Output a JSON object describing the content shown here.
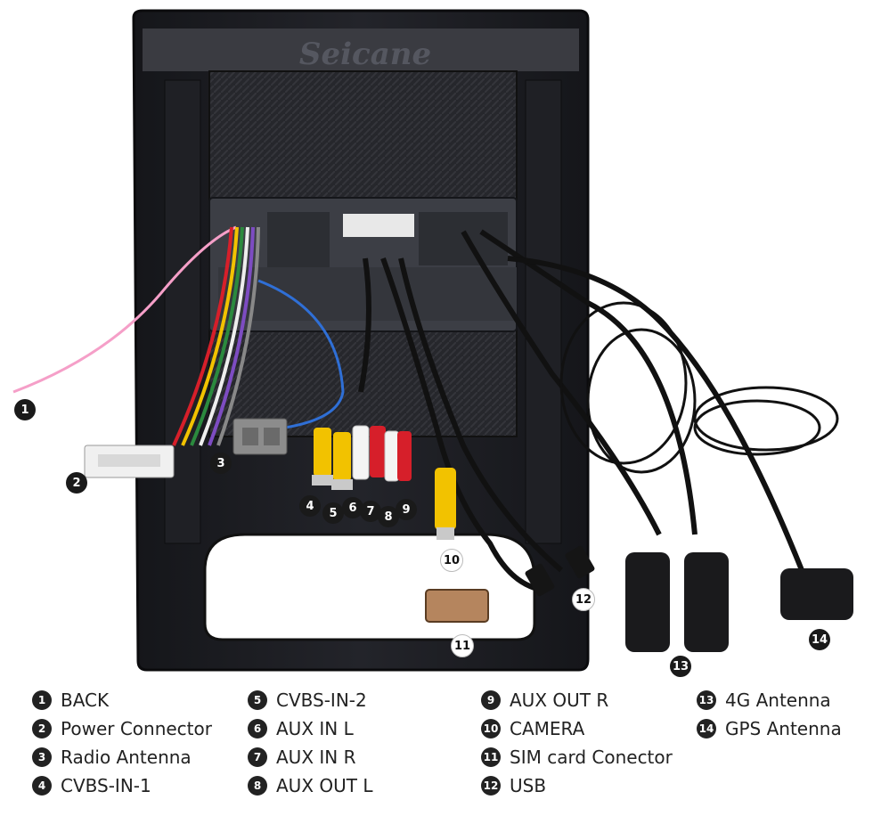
{
  "brand": "Seicane",
  "callouts": [
    "1",
    "2",
    "3",
    "4",
    "5",
    "6",
    "7",
    "8",
    "9",
    "10",
    "11",
    "12",
    "13",
    "14"
  ],
  "legend": [
    {
      "num": "1",
      "label": "BACK"
    },
    {
      "num": "2",
      "label": "Power Connector"
    },
    {
      "num": "3",
      "label": "Radio Antenna"
    },
    {
      "num": "4",
      "label": "CVBS-IN-1"
    },
    {
      "num": "5",
      "label": "CVBS-IN-2"
    },
    {
      "num": "6",
      "label": "AUX IN L"
    },
    {
      "num": "7",
      "label": "AUX IN R"
    },
    {
      "num": "8",
      "label": "AUX OUT L"
    },
    {
      "num": "9",
      "label": "AUX OUT R"
    },
    {
      "num": "10",
      "label": "CAMERA"
    },
    {
      "num": "11",
      "label": "SIM card Conector"
    },
    {
      "num": "12",
      "label": "USB"
    },
    {
      "num": "13",
      "label": "4G Antenna"
    },
    {
      "num": "14",
      "label": "GPS Antenna"
    }
  ],
  "colors": {
    "frame": "#1c1d22",
    "cable": "#111111",
    "rca_yellow": "#f2c200",
    "rca_red": "#d61f2a",
    "rca_white": "#f4f4f4",
    "wire_pink": "#f59fc8",
    "wire_blue": "#2f6fd6"
  }
}
